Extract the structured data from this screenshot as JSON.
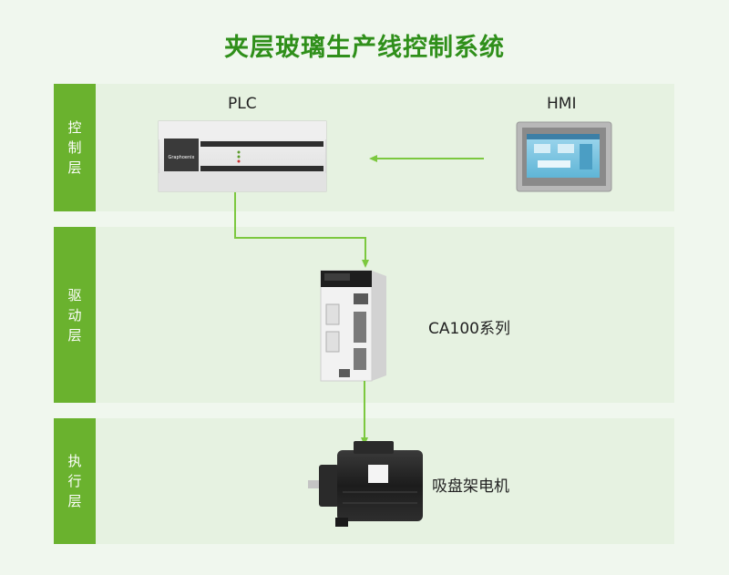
{
  "title": "夹层玻璃生产线控制系统",
  "layers": [
    {
      "label": "控制层"
    },
    {
      "label": "驱动层"
    },
    {
      "label": "执行层"
    }
  ],
  "devices": {
    "plc": {
      "label": "PLC",
      "brand": "Graphoenix"
    },
    "hmi": {
      "label": "HMI"
    },
    "drive": {
      "label": "CA100系列"
    },
    "motor": {
      "label": "吸盘架电机"
    }
  },
  "colors": {
    "accent": "#6ab22e",
    "title": "#2f8f1a",
    "arrow": "#7cc83f",
    "panel": "#e6f2e1"
  }
}
